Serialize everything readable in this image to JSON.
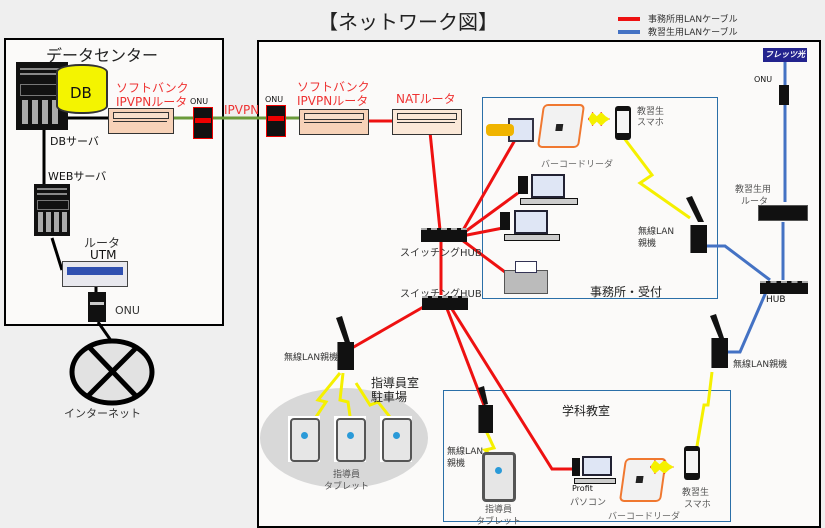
{
  "title": "【ネットワーク図】",
  "legend": {
    "items": [
      {
        "label": "事務所用LANケーブル",
        "color": "#ee1111"
      },
      {
        "label": "教習生用LANケーブル",
        "color": "#4472c4"
      }
    ]
  },
  "colors": {
    "office_cable": "#ee1111",
    "student_cable": "#4472c4",
    "ipvpn_link": "#6a9a3a",
    "room_border": "#2a6fa8",
    "wireless": "#f5f000"
  },
  "datacenter": {
    "title": "データセンター",
    "db_label": "DB",
    "db_server_label": "DBサーバ",
    "web_server_label": "WEBサーバ",
    "router_label_line1": "ソフトバンク",
    "router_label_line2": "IPVPNルータ",
    "onu_label": "ONU",
    "utm_label_line1": "ルータ",
    "utm_label_line2": "UTM",
    "utm_onu_label": "ONU"
  },
  "internet": {
    "label": "インターネット"
  },
  "ipvpn": {
    "label": "IPVPN"
  },
  "office": {
    "onu_label": "ONU",
    "sb_router_line1": "ソフトバンク",
    "sb_router_line2": "IPVPNルータ",
    "nat_router_label": "NATルータ",
    "switch1_label": "スイッチングHUB",
    "switch2_label": "スイッチングHUB",
    "reception": {
      "room_label": "事務所・受付",
      "barcode_label": "バーコードリーダ",
      "phone_line1": "教習生",
      "phone_line2": "スマホ",
      "ap_line1": "無線LAN",
      "ap_line2": "親機"
    },
    "flets_label": "フレッツ光",
    "flets_onu_label": "ONU",
    "student_router_line1": "教習生用",
    "student_router_line2": "ルータ",
    "hub_label": "HUB",
    "ap_right_label": "無線LAN親機",
    "ap_left_label": "無線LAN親機",
    "parking_line1": "指導員室",
    "parking_line2": "駐車場",
    "tablets_line1": "指導員",
    "tablets_line2": "タブレット",
    "classroom": {
      "room_label": "学科教室",
      "ap_line1": "無線LAN",
      "ap_line2": "親機",
      "tablet_line1": "指導員",
      "tablet_line2": "タブレット",
      "pc_line1": "Profit",
      "pc_line2": "パソコン",
      "barcode_label": "バーコードリーダ",
      "phone_line1": "教習生",
      "phone_line2": "スマホ"
    }
  }
}
